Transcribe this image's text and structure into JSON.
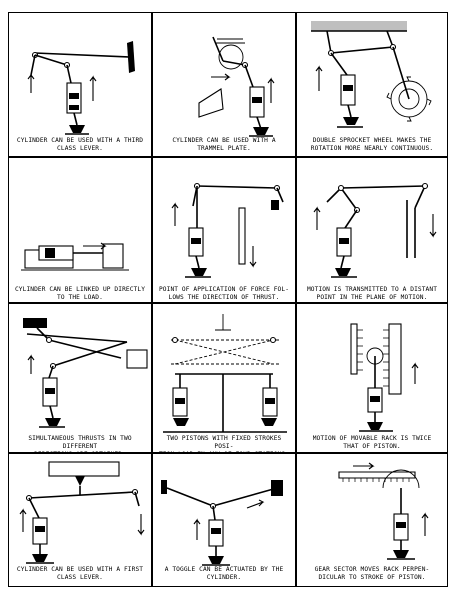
{
  "panels": [
    {
      "caption": "CYLINDER CAN BE USED WITH A THIRD\nCLASS LEVER."
    },
    {
      "caption": "CYLINDER CAN BE USED WITH A\nTRAMMEL PLATE."
    },
    {
      "caption": "DOUBLE SPROCKET WHEEL MAKES THE\nROTATION MORE NEARLY CONTINUOUS."
    },
    {
      "caption": "CYLINDER CAN BE LINKED UP DIRECTLY\nTO THE LOAD."
    },
    {
      "caption": "POINT OF APPLICATION OF FORCE FOL-\nLOWS THE DIRECTION OF THRUST."
    },
    {
      "caption": "MOTION IS TRANSMITTED TO A DISTANT\nPOINT IN THE PLANE OF MOTION."
    },
    {
      "caption": "SIMULTANEOUS THRUSTS IN TWO DIFFERENT\nDIRECTIONS ARE OBTAINED."
    },
    {
      "caption": "TWO PISTONS WITH FIXED STROKES POSI-\nTION LOAD IN ANY OF FOUR STATIONS."
    },
    {
      "caption": "MOTION OF MOVABLE RACK IS TWICE\nTHAT OF PISTON."
    },
    {
      "caption": "CYLINDER CAN BE USED WITH A FIRST\nCLASS LEVER."
    },
    {
      "caption": "A TOGGLE CAN BE ACTUATED BY THE\nCYLINDER."
    },
    {
      "caption": "GEAR SECTOR MOVES RACK PERPEN-\nDICULAR TO STROKE OF PISTON."
    }
  ]
}
